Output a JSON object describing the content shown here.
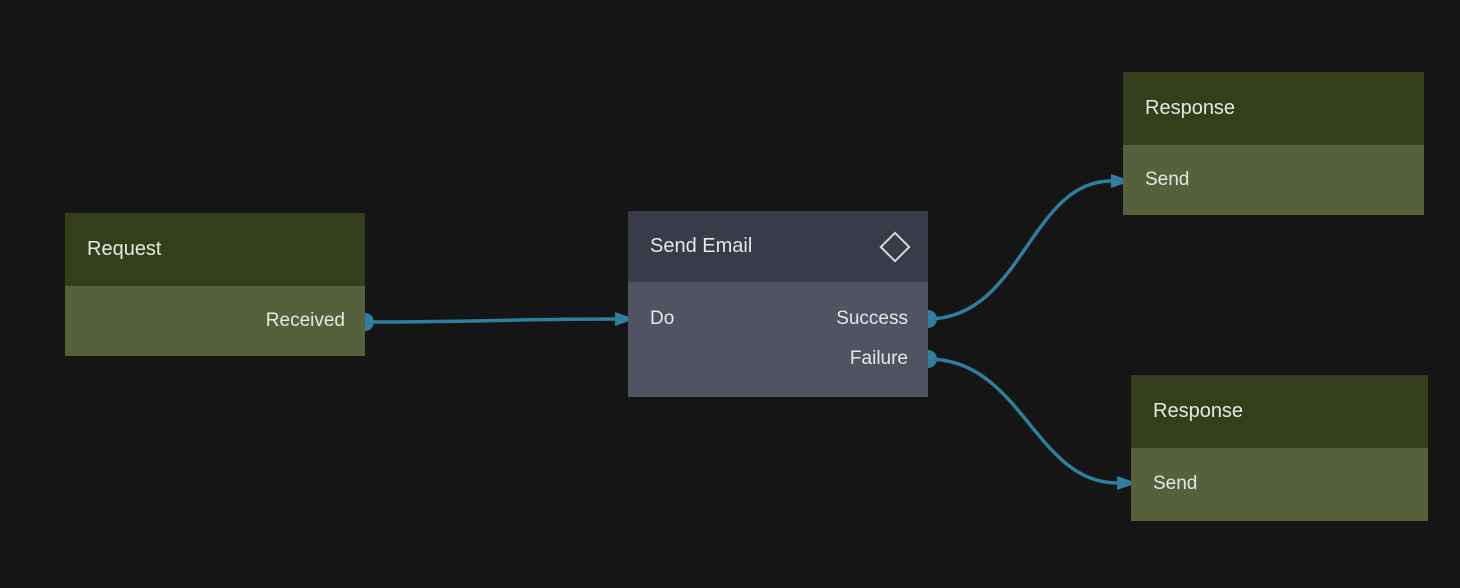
{
  "canvas": {
    "type": "node-flow-editor",
    "background_color": "#151515",
    "edge_color": "#2e7f9e",
    "text_color": "#e6e8e3"
  },
  "colors": {
    "green_node_header": "#343e1b",
    "green_node_body": "#56603a",
    "slate_node_header": "#393c48",
    "slate_node_body": "#505362",
    "connection_teal": "#2e7f9e"
  },
  "nodes": {
    "request": {
      "title": "Request",
      "outputs": [
        {
          "label": "Received"
        }
      ]
    },
    "send_email": {
      "title": "Send Email",
      "header_icon": "diamond-icon",
      "inputs": [
        {
          "label": "Do"
        }
      ],
      "outputs": [
        {
          "label": "Success"
        },
        {
          "label": "Failure"
        }
      ]
    },
    "response_top": {
      "title": "Response",
      "inputs": [
        {
          "label": "Send"
        }
      ]
    },
    "response_bottom": {
      "title": "Response",
      "inputs": [
        {
          "label": "Send"
        }
      ]
    }
  },
  "edges": [
    {
      "from": "Request.Received",
      "to": "Send Email.Do"
    },
    {
      "from": "Send Email.Success",
      "to": "Response(top).Send"
    },
    {
      "from": "Send Email.Failure",
      "to": "Response(bottom).Send"
    }
  ]
}
